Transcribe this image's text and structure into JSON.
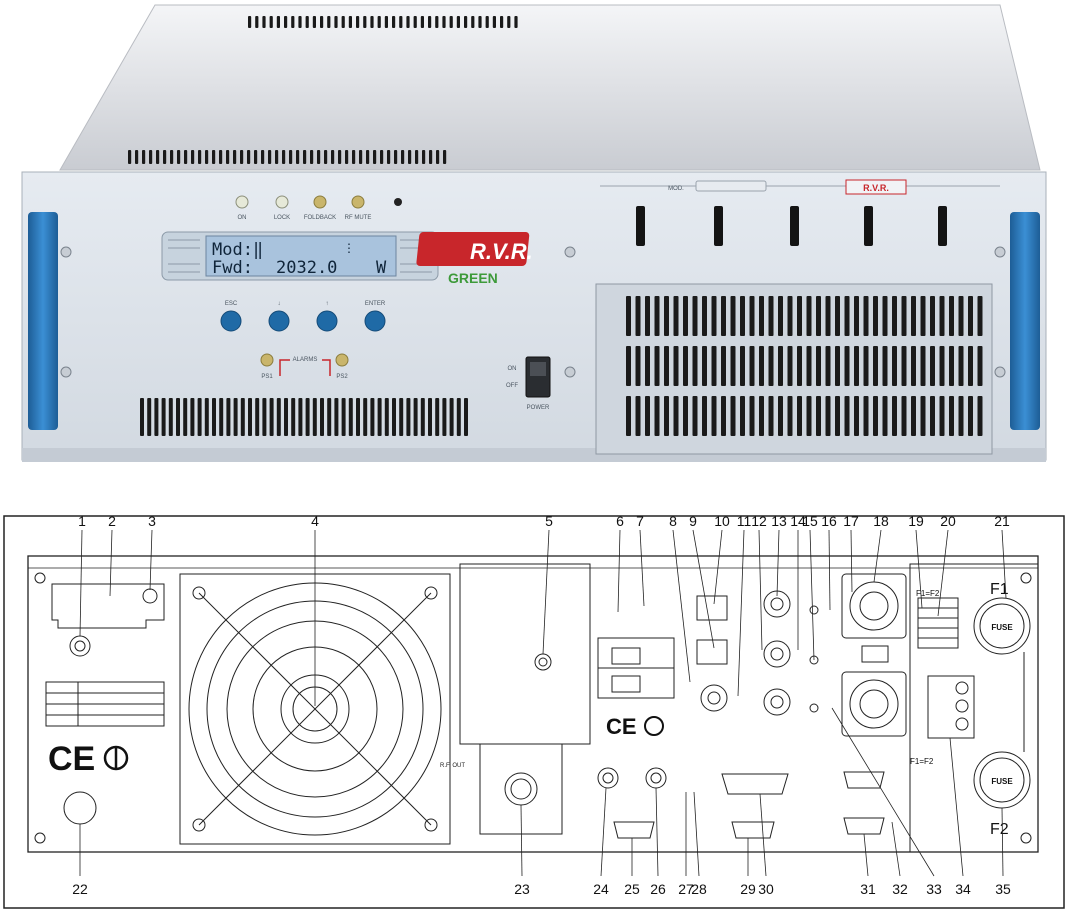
{
  "front_panel": {
    "indicators": [
      "ON",
      "LOCK",
      "FOLDBACK",
      "RF MUTE"
    ],
    "lcd": {
      "line1": "Mod:‖",
      "line2_label": "Fwd:",
      "line2_value": "2032.0",
      "line2_unit": "W"
    },
    "keys": [
      "ESC",
      "↓",
      "↑",
      "ENTER"
    ],
    "alarms": {
      "title": "ALARMS",
      "left": "PS1",
      "right": "PS2"
    },
    "power": {
      "on": "ON",
      "off": "OFF",
      "label": "POWER"
    },
    "brand": "R.V.R.",
    "brand_sub": "GREEN",
    "mod_label": "MOD.",
    "badge": "R.V.R."
  },
  "rear_panel": {
    "callouts_top": [
      "1",
      "2",
      "3",
      "4",
      "5",
      "6",
      "7",
      "8",
      "9",
      "10",
      "11",
      "12",
      "13",
      "14",
      "15",
      "16",
      "17",
      "18",
      "19",
      "20",
      "21"
    ],
    "callouts_bottom": [
      "22",
      "23",
      "24",
      "25",
      "26",
      "27",
      "28",
      "29",
      "30",
      "31",
      "32",
      "33",
      "34",
      "35"
    ],
    "fuse_top": "F1",
    "fuse_bottom": "F2",
    "fuse_text": "FUSE",
    "f1f2_top": "F1=F2",
    "f1f2_bottom": "F1=F2",
    "rf_out": "R.F. OUT",
    "ce_mark": "CE"
  },
  "colors": {
    "panel": "#dde3ea",
    "accent_blue": "#2f7fc2",
    "key_blue": "#1f6aa6",
    "brand_red": "#c8262b",
    "brand_green": "#3d9a3a",
    "lcd_bg": "#a9c3dd"
  }
}
